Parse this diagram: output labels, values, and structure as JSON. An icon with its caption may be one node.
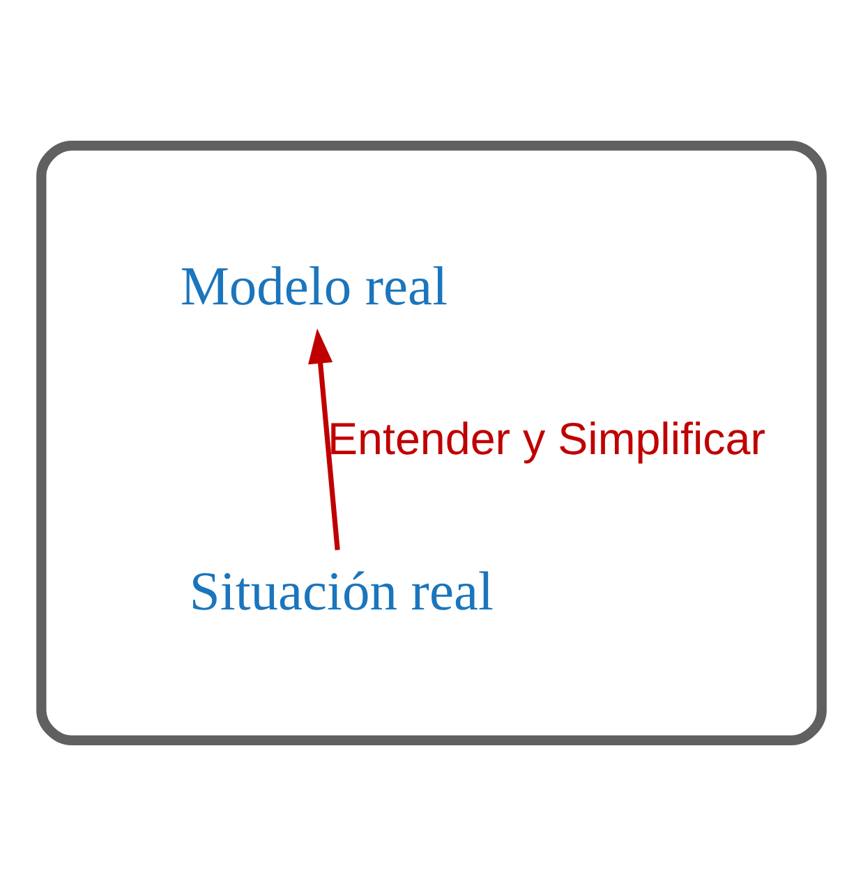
{
  "diagram": {
    "nodes": [
      {
        "text": [],
        "shape": "cloud"
      },
      {
        "text": [
          "Situación real"
        ],
        "in": 0
      },
      {
        "text": [
          "Modelo real"
        ],
        "in": 0
      }
    ],
    "edges": [
      {
        "from": 1,
        "to": 2,
        "arrow": "to",
        "label": "Entender y Simplificar",
        "color": "#c00000"
      }
    ]
  }
}
